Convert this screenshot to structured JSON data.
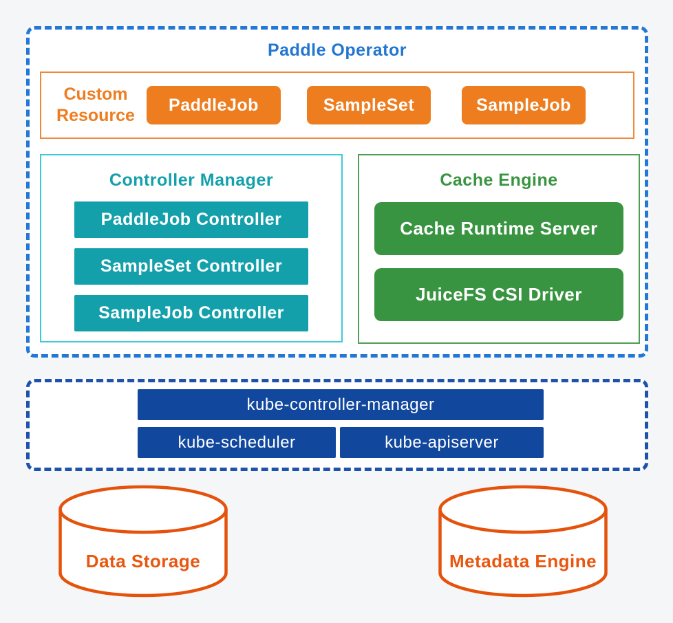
{
  "paddle_operator": {
    "title": "Paddle Operator",
    "custom_resource": {
      "label": "Custom Resource",
      "items": [
        "PaddleJob",
        "SampleSet",
        "SampleJob"
      ]
    },
    "controller_manager": {
      "title": "Controller Manager",
      "items": [
        "PaddleJob Controller",
        "SampleSet Controller",
        "SampleJob Controller"
      ]
    },
    "cache_engine": {
      "title": "Cache Engine",
      "items": [
        "Cache Runtime Server",
        "JuiceFS CSI Driver"
      ]
    }
  },
  "kubernetes": {
    "items": [
      "kube-controller-manager",
      "kube-scheduler",
      "kube-apiserver"
    ]
  },
  "storage": {
    "data_storage": "Data Storage",
    "metadata_engine": "Metadata Engine"
  },
  "colors": {
    "accent_blue": "#2176d2",
    "dashed_outer": "#2478d4",
    "dashed_kube": "#1d53ab",
    "orange": "#ee7d1f",
    "teal": "#13a0ab",
    "green": "#389440",
    "kube_navy": "#11489e",
    "cylinder_orange": "#e5520c",
    "background": "#f5f6f7"
  }
}
